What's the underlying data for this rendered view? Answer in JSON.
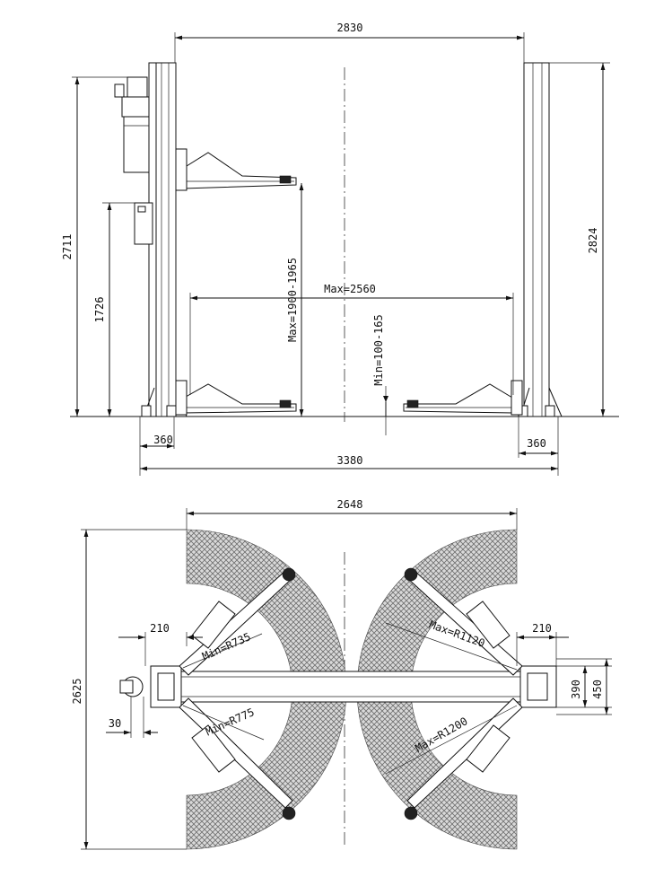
{
  "front_view": {
    "dims": {
      "top_width": "2830",
      "base_width": "3380",
      "left_total_height": "2711",
      "left_lower_height": "1726",
      "right_height": "2824",
      "left_foot": "360",
      "right_foot": "360",
      "max_lift_height": "Max=1900-1965",
      "max_inner_width": "Max=2560",
      "min_pad_height": "Min=100-165"
    }
  },
  "top_view": {
    "dims": {
      "width": "2648",
      "height": "2625",
      "left_offset": "210",
      "right_offset": "210",
      "post_depth_1": "390",
      "post_depth_2": "450",
      "motor_offset": "30",
      "left_min_radius_1": "Min=R735",
      "left_min_radius_2": "Min=R775",
      "right_max_radius_1": "Max=R1120",
      "right_max_radius_2": "Max=R1200"
    }
  },
  "colors": {
    "line": "#111111",
    "hatch": "#9a9a9a",
    "background": "#ffffff"
  }
}
